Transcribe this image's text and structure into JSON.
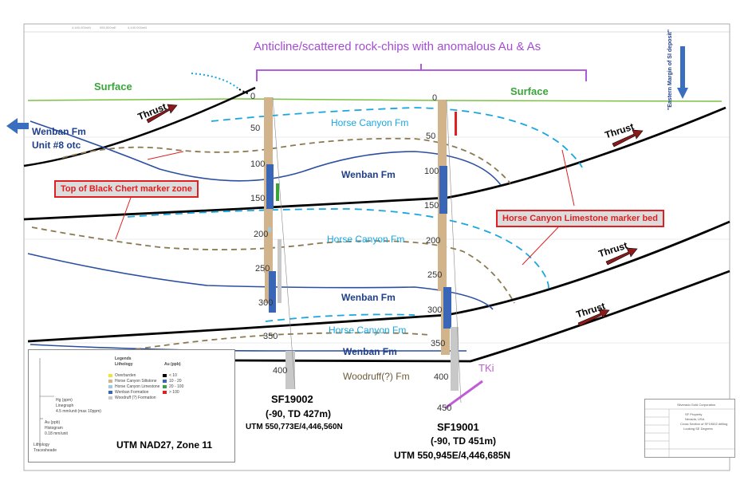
{
  "banner": "Anticline/scattered rock-chips with anomalous Au & As",
  "surface_labels": [
    "Surface",
    "Surface"
  ],
  "eastern_margin_label": "\"Eastern Margin of SI deposit\"",
  "wenban_arrow_label": [
    "Wenban Fm",
    "Unit #8 otc"
  ],
  "thrust_label": "Thrust",
  "formations": {
    "horse_canyon": "Horse Canyon Fm",
    "wenban": "Wenban Fm",
    "woodruff": "Woodruff(?) Fm",
    "tki": "TKi"
  },
  "markers": {
    "black_chert": "Top of Black Chert marker zone",
    "horse_canyon_ls": "Horse Canyon Limestone marker bed"
  },
  "depths_left": [
    "0",
    "50",
    "100",
    "150",
    "200",
    "250",
    "300",
    "350",
    "400"
  ],
  "depths_right": [
    "0",
    "50",
    "100",
    "150",
    "200",
    "250",
    "300",
    "350",
    "400",
    "450"
  ],
  "holes": [
    {
      "id": "SF19002",
      "detail": "(-90, TD 427m)",
      "utm": "UTM 550,773E/4,446,560N"
    },
    {
      "id": "SF19001",
      "detail": "(-90, TD 451m)",
      "utm": "UTM 550,945E/4,446,685N"
    }
  ],
  "legend": {
    "lithology_title": "Lithology",
    "legends_title": "Legends",
    "au_title": "Au (ppb)",
    "litho_items": [
      "Overburden",
      "Horse Canyon Siltstone",
      "Horse Canyon Limestone",
      "Wenban Formation",
      "Woodruff (?) Formation"
    ],
    "litho_colors": [
      "#f2e33a",
      "#d2b48c",
      "#9ecae1",
      "#3a66b8",
      "#c8c8c8"
    ],
    "au_items": [
      "< 10",
      "10 - 20",
      "20 - 100",
      "> 100"
    ],
    "au_colors": [
      "#000000",
      "#3a66b8",
      "#3aa43a",
      "#e02020"
    ],
    "scale_lines": [
      "Hg (ppm)",
      "Linegraph",
      "4.5 mm/unit (max 10ppm)",
      "Au (ppb)",
      "Histogram",
      "0.18 mm/unit",
      "Lithology",
      "Tracesheade"
    ],
    "utm_zone": "UTM NAD27, Zone 11"
  },
  "title_block": [
    "Silverado Gold Corporation",
    "SF Property",
    "Nevada, USA",
    "Cross Section of SF19002 drilling",
    "Looking SE Degrees"
  ],
  "colors": {
    "surface": "#7cc242",
    "thrust": "#000000",
    "wenban_contact": "#2b4fa0",
    "horse_canyon_ls": "#1aa7e0",
    "black_chert": "#8b7a50",
    "banner": "#a54bd6",
    "marker_red": "#e02020",
    "tki": "#c05cd6"
  }
}
